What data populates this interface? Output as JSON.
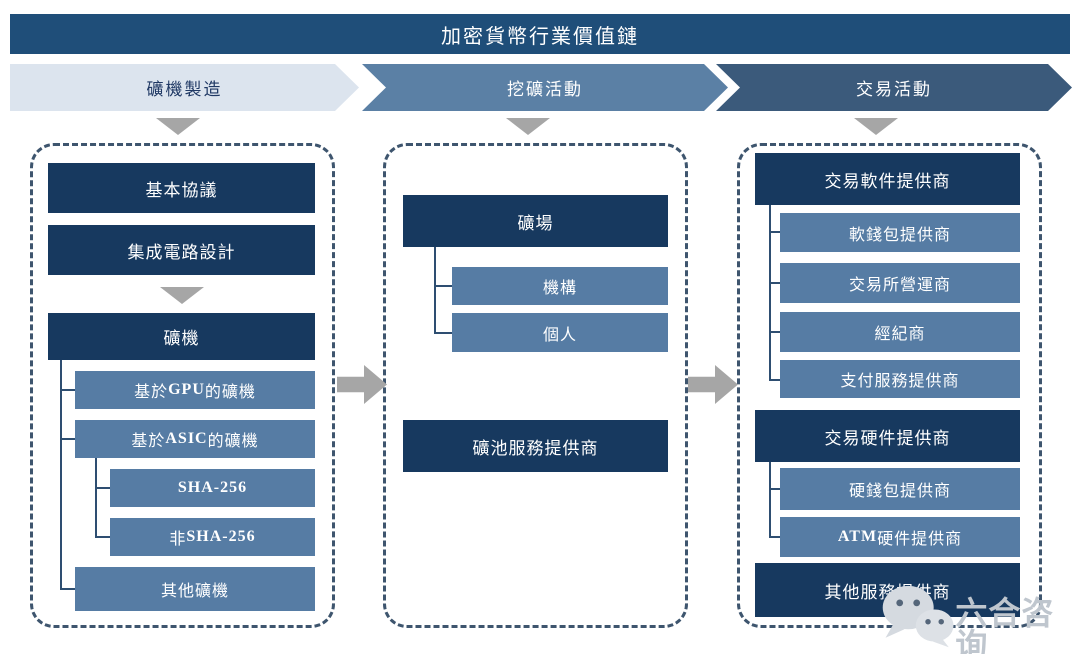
{
  "title": "加密貨幣行業價值鏈",
  "stages": [
    {
      "label": "礦機製造"
    },
    {
      "label": "挖礦活動"
    },
    {
      "label": "交易活動"
    }
  ],
  "columns": [
    {
      "name": "礦機製造",
      "boxes": [
        {
          "label": "基本協議"
        },
        {
          "label": "集成電路設計"
        },
        {
          "label": "礦機"
        },
        {
          "label": "基於GPU的礦機"
        },
        {
          "label": "基於ASIC的礦機"
        },
        {
          "label": "SHA-256"
        },
        {
          "label": "非SHA-256"
        },
        {
          "label": "其他礦機"
        }
      ]
    },
    {
      "name": "挖礦活動",
      "boxes": [
        {
          "label": "礦場"
        },
        {
          "label": "機構"
        },
        {
          "label": "個人"
        },
        {
          "label": "礦池服務提供商"
        }
      ]
    },
    {
      "name": "交易活動",
      "boxes": [
        {
          "label": "交易軟件提供商"
        },
        {
          "label": "軟錢包提供商"
        },
        {
          "label": "交易所營運商"
        },
        {
          "label": "經紀商"
        },
        {
          "label": "支付服務提供商"
        },
        {
          "label": "交易硬件提供商"
        },
        {
          "label": "硬錢包提供商"
        },
        {
          "label": "ATM硬件提供商"
        },
        {
          "label": "其他服務提供商"
        }
      ]
    }
  ],
  "watermark": {
    "text": "六合咨询",
    "icon": "wechat-icon"
  },
  "colors": {
    "banner": "#1F4E79",
    "dark_box": "#17395F",
    "medium_box": "#567CA4",
    "stage1_bg": "#DCE4EE",
    "stage2_bg": "#5B80A5",
    "stage3_bg": "#3B5A7B",
    "arrow_gray": "#A6A6A6",
    "line": "#2E4E71",
    "dash": "#3E556E",
    "stage1_text": "#1F3864"
  }
}
